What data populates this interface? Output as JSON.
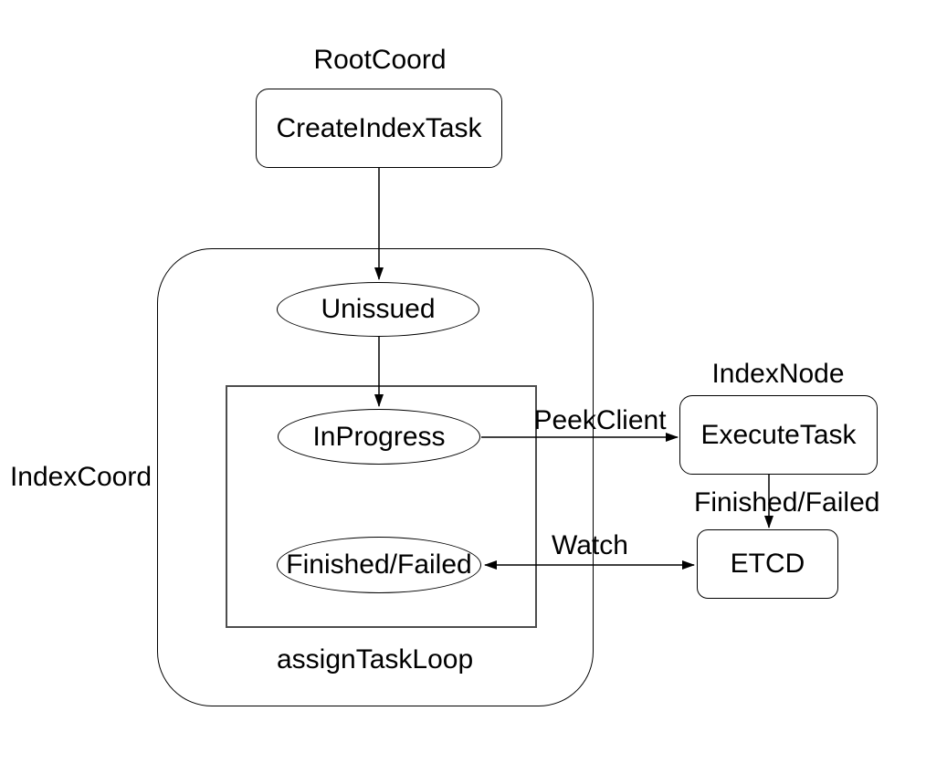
{
  "diagram": {
    "title_context": "Index task state flow",
    "colors": {
      "stroke": "#000000",
      "loop_box_stroke": "#4d4d4d",
      "background": "#ffffff",
      "text": "#000000"
    },
    "group_labels": {
      "root_coord": "RootCoord",
      "index_coord": "IndexCoord",
      "index_node": "IndexNode",
      "assign_task_loop": "assignTaskLoop"
    },
    "nodes": {
      "create_index_task": "CreateIndexTask",
      "unissued": "Unissued",
      "in_progress": "InProgress",
      "finished_failed": "Finished/Failed",
      "execute_task": "ExecuteTask",
      "etcd": "ETCD"
    },
    "edge_labels": {
      "peek_client": "PeekClient",
      "finished_failed": "Finished/Failed",
      "watch": "Watch"
    }
  }
}
